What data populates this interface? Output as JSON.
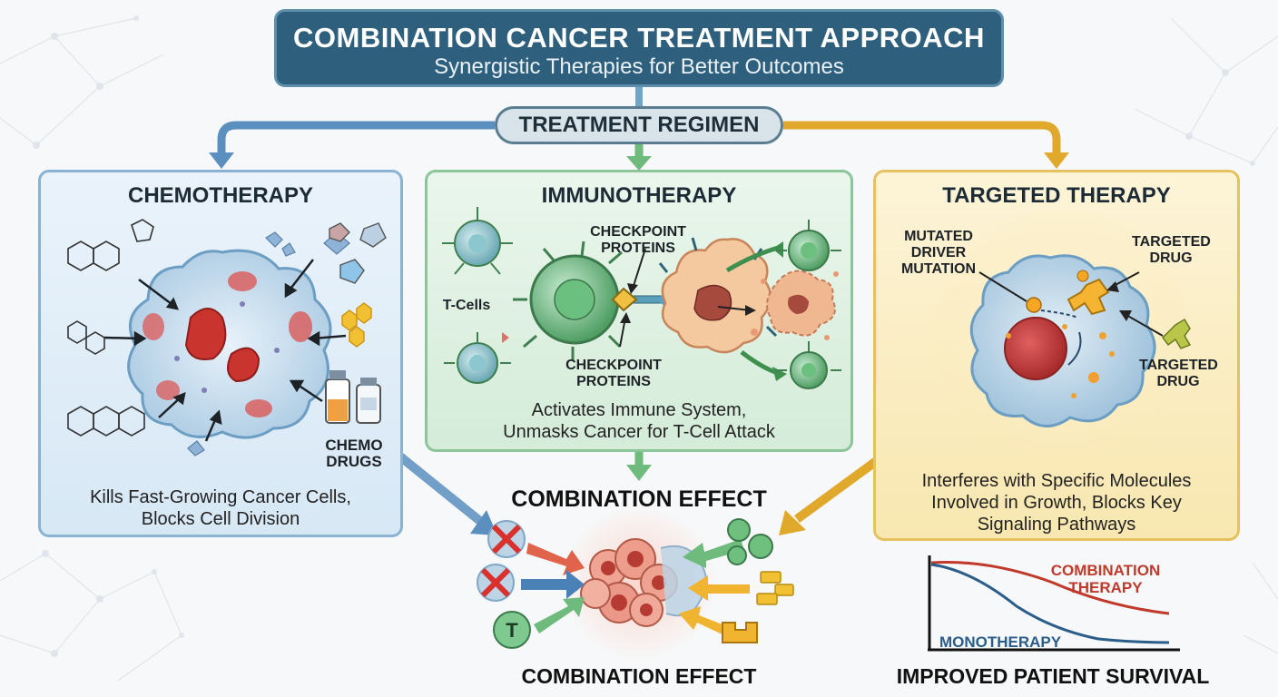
{
  "header": {
    "title": "COMBINATION CANCER TREATMENT APPROACH",
    "subtitle": "Synergistic Therapies for Better Outcomes"
  },
  "regimen": {
    "label": "TREATMENT REGIMEN"
  },
  "chemotherapy": {
    "title": "CHEMOTHERAPY",
    "drugs_label": "CHEMO DRUGS",
    "description_line1": "Kills Fast-Growing Cancer Cells,",
    "description_line2": "Blocks Cell Division"
  },
  "immunotherapy": {
    "title": "IMMUNOTHERAPY",
    "checkpoint_top": "CHECKPOINT PROTEINS",
    "checkpoint_bottom": "CHECKPOINT PROTEINS",
    "tcells_label": "T-Cells",
    "description_line1": "Activates Immune System,",
    "description_line2": "Unmasks Cancer for T-Cell Attack"
  },
  "targeted": {
    "title": "TARGETED THERAPY",
    "mutation_label": "MUTATED DRIVER MUTATION",
    "drug_label_top": "TARGETED DRUG",
    "drug_label_bottom": "TARGETED DRUG",
    "description_line1": "Interferes with Specific Molecules",
    "description_line2": "Involved in Growth, Blocks Key",
    "description_line3": "Signaling Pathways"
  },
  "combination": {
    "heading": "COMBINATION EFFECT",
    "footer": "COMBINATION EFFECT",
    "tcell_letter": "T"
  },
  "survival": {
    "combination_label": "COMBINATION THERAPY",
    "monotherapy_label": "MONOTHERAPY",
    "footer": "IMPROVED PATIENT SURVIVAL"
  },
  "colors": {
    "title_bg": "#2e5f7d",
    "chemo": "#5b8fbf",
    "immuno": "#5aa36a",
    "targeted": "#e0a92c",
    "combination_curve": "#c0392b",
    "mono_curve": "#2a5d8a"
  }
}
